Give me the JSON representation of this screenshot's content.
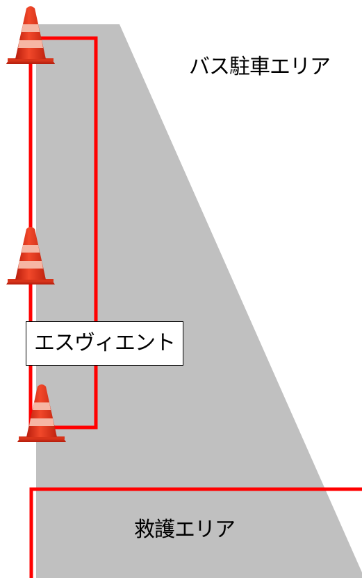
{
  "labels": {
    "bus_parking": "バス駐車エリア",
    "sign": "エスヴィエント",
    "rescue_area": "救護エリア"
  },
  "icons": {
    "cone": "traffic-cone-icon"
  },
  "colors": {
    "road": "#c0c0c0",
    "boundary": "#ff0000",
    "cone_body": "#e8361a",
    "cone_stripe": "#f6b6a4",
    "text": "#000000",
    "sign_background": "#ffffff"
  }
}
